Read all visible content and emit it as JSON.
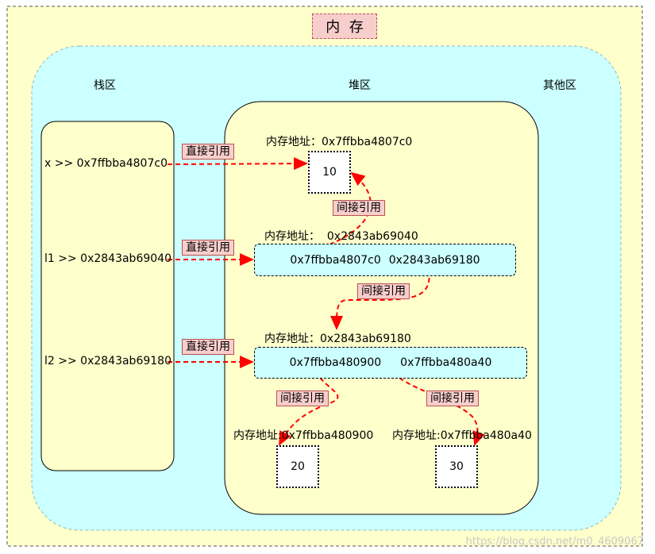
{
  "title": "内  存",
  "regions": {
    "stack": "栈区",
    "heap": "堆区",
    "other": "其他区"
  },
  "stack_vars": [
    {
      "text": "x  >> 0x7ffbba4807c0"
    },
    {
      "text": "l1 >> 0x2843ab69040"
    },
    {
      "text": "l2 >> 0x2843ab69180"
    }
  ],
  "tags": {
    "direct": "直接引用",
    "indirect": "间接引用"
  },
  "heap": {
    "x_addr": "内存地址：0x7ffbba4807c0",
    "x_val": "10",
    "l1_addr": "内存地址：  0x2843ab69040",
    "l1_items": [
      "0x7ffbba4807c0",
      "0x2843ab69180"
    ],
    "l2_addr": "内存地址：0x2843ab69180",
    "l2_items": [
      "0x7ffbba480900",
      "0x7ffbba480a40"
    ],
    "v20_addr": "内存地址:0x7ffbba480900",
    "v20_val": "20",
    "v30_addr": "内存地址:0x7ffbba480a40",
    "v30_val": "30"
  },
  "watermark": "https://blog.csdn.net/m0_4609067",
  "colors": {
    "outer": "#ffffcc",
    "middle": "#ccffff",
    "tag": "#f8cecc",
    "arrow": "#ff0000"
  }
}
